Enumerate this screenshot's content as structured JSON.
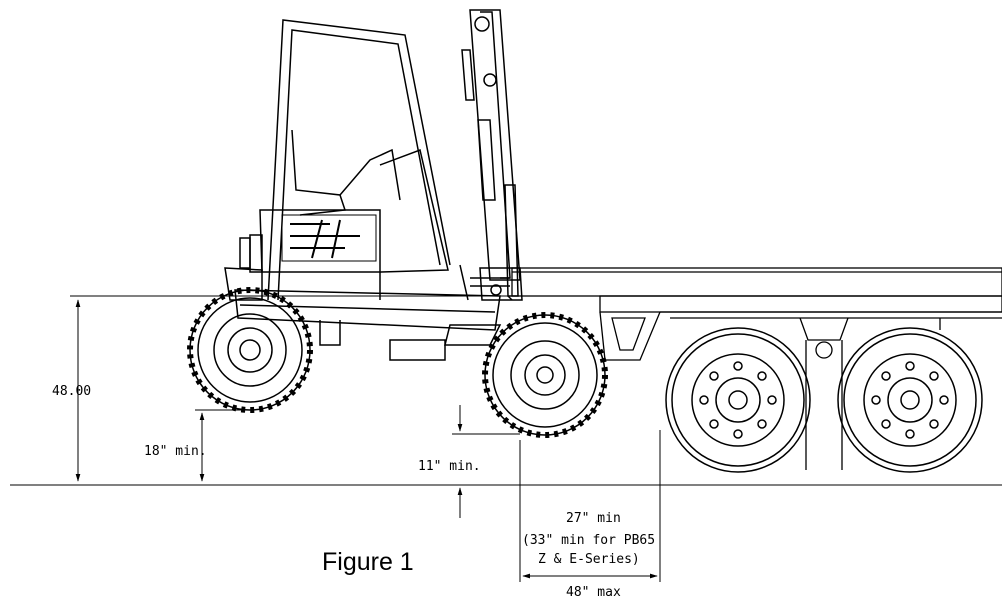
{
  "dimensions": {
    "height_total": "48.00",
    "fork_clearance": "18\" min.",
    "bed_to_ground": "11\" min.",
    "reach_min": "27\" min",
    "reach_note_1": "(33\" min for PB65",
    "reach_note_2": "Z & E-Series)",
    "reach_max": "48\" max"
  },
  "caption": "Figure 1",
  "colors": {
    "line": "#000000",
    "background": "#ffffff"
  }
}
